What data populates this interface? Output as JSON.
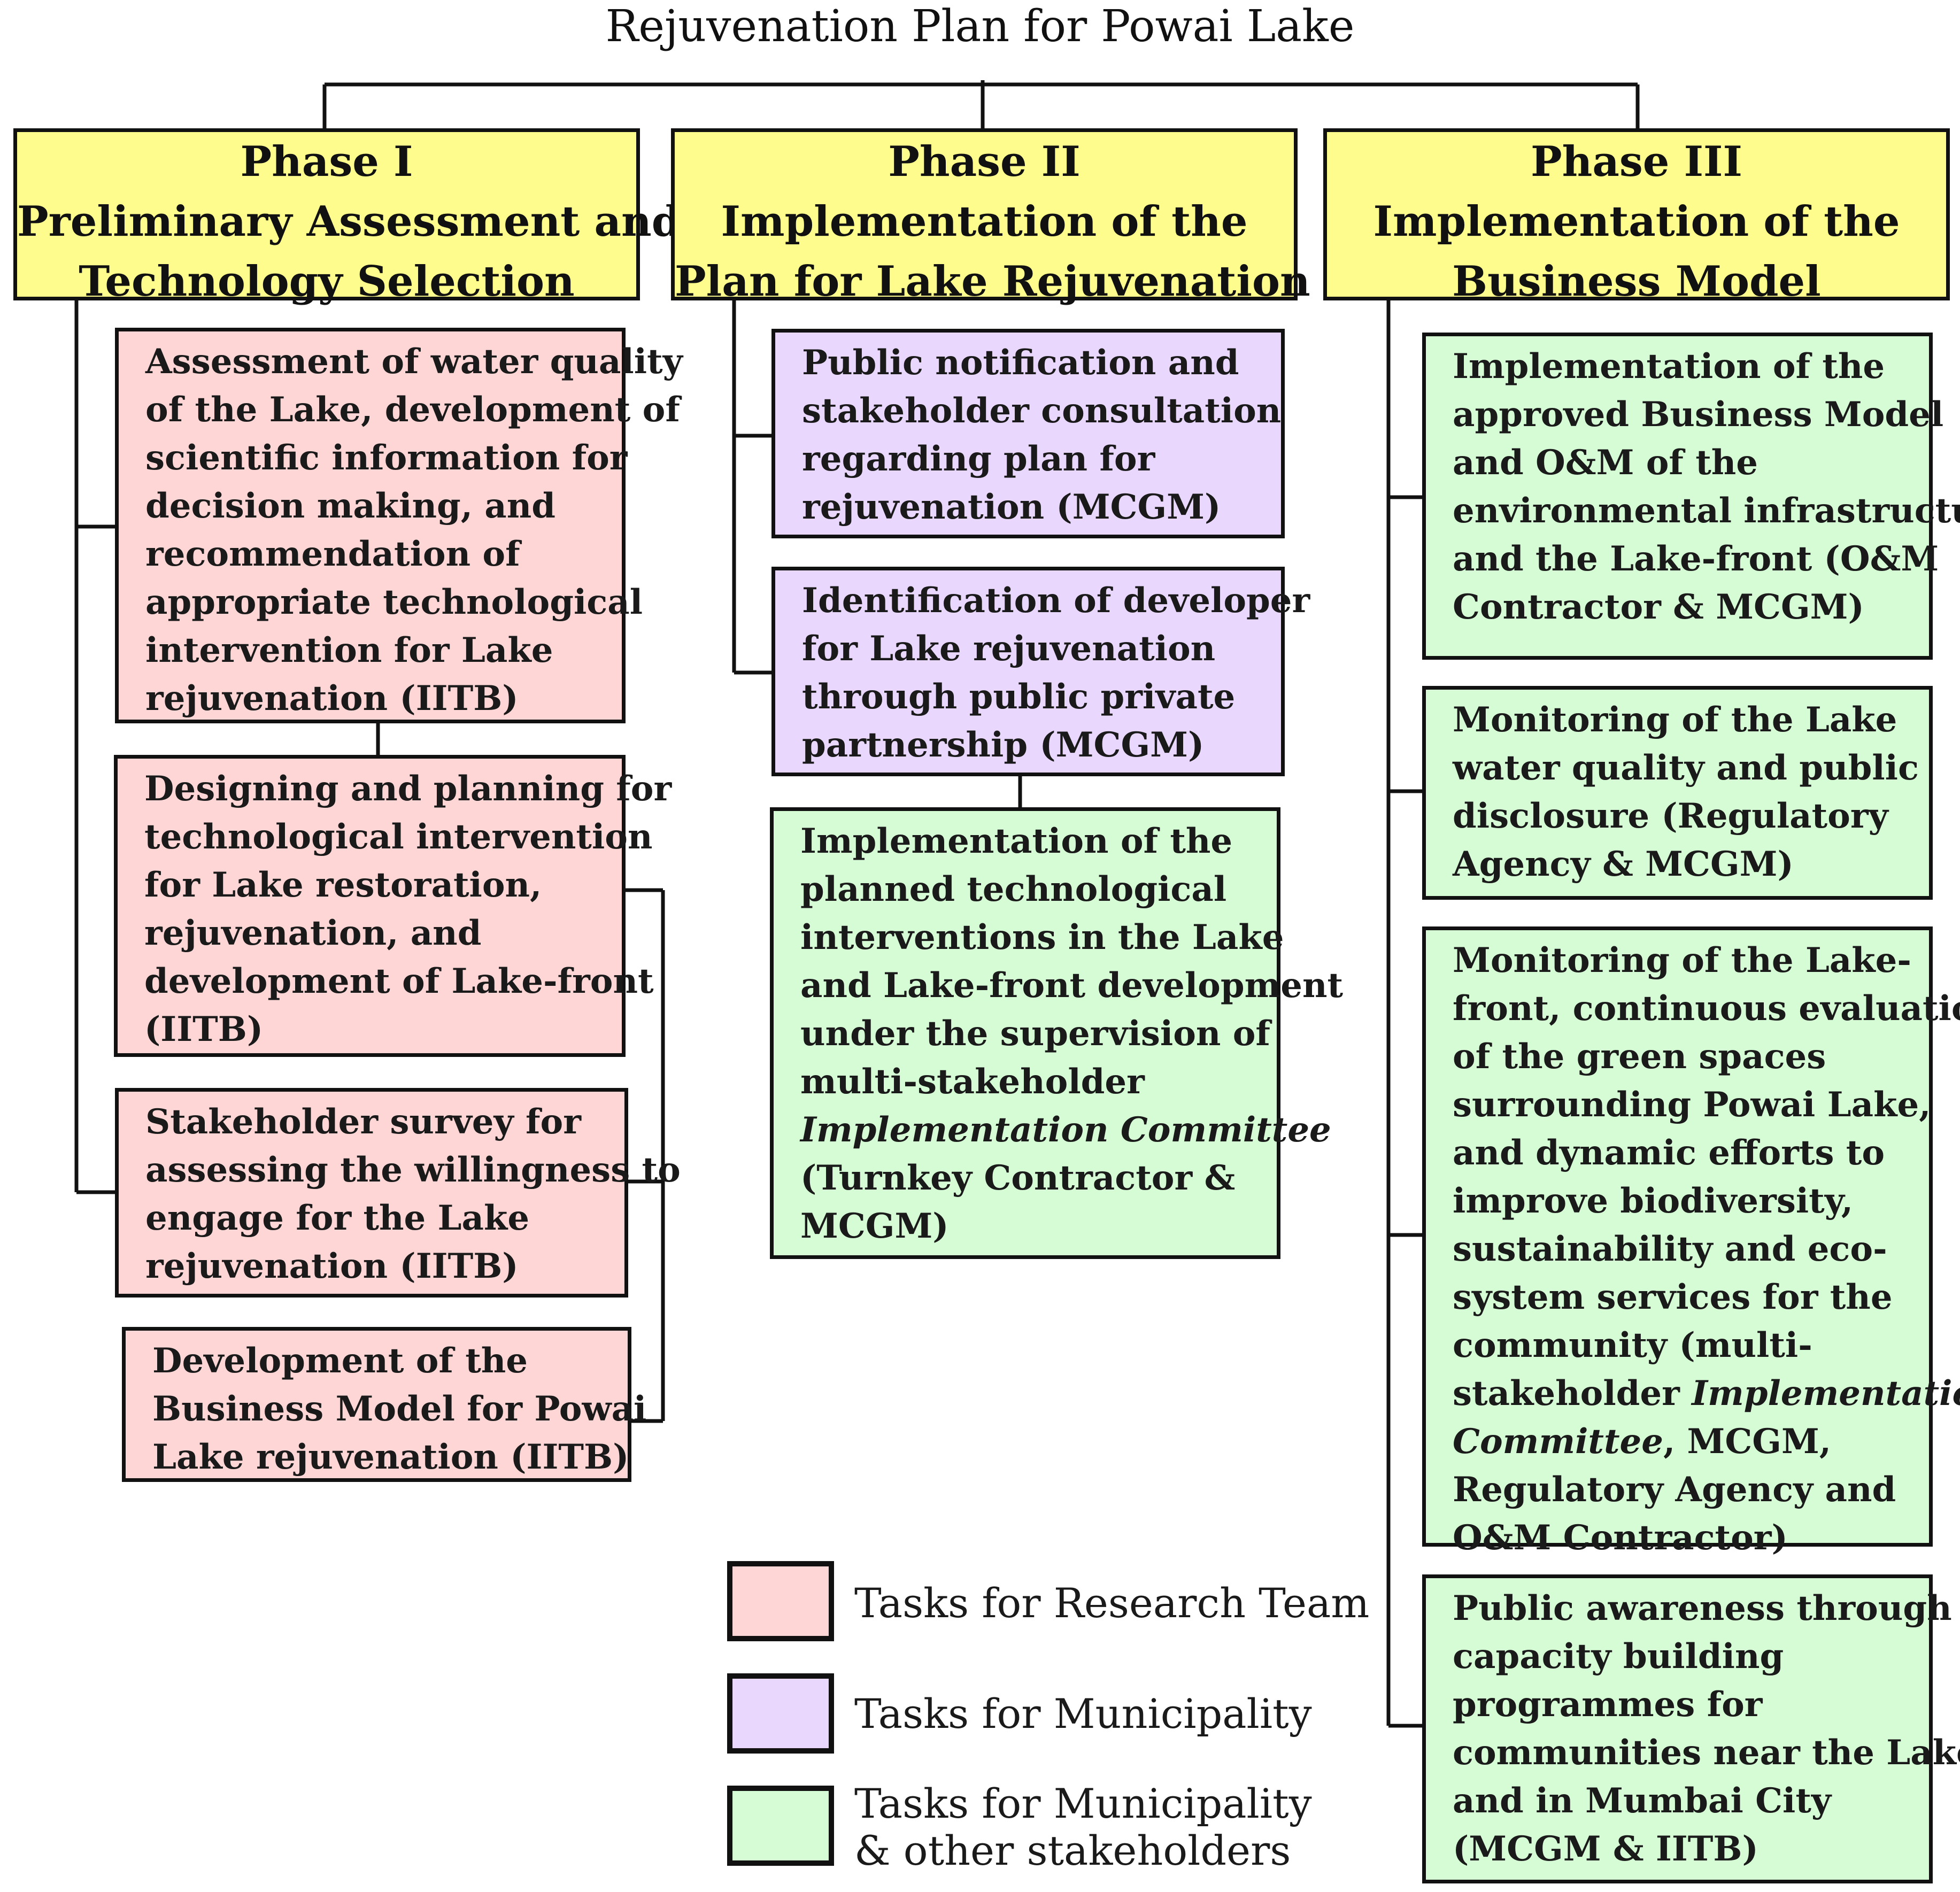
{
  "title": "Rejuvenation Plan for Powai Lake",
  "colors": {
    "phase": "#fdfc8c",
    "research_team": "#ffd6d6",
    "municipality": "#e9d7fd",
    "municipality_and_others": "#d6fcd6",
    "border": "#111111"
  },
  "phases": [
    {
      "heading": "Phase I",
      "subtitle": [
        "Preliminary Assessment and",
        "Technology Selection"
      ],
      "tasks": [
        {
          "lines": [
            "Assessment of water quality",
            "of the Lake, development  of",
            "scientific information for",
            "decision making, and",
            "recommendation of",
            "appropriate technological",
            "intervention for Lake",
            "rejuvenation (IITB)"
          ]
        },
        {
          "lines": [
            "Designing and planning for",
            "technological intervention",
            "for Lake restoration,",
            "rejuvenation, and",
            "development  of Lake-front",
            "(IITB)"
          ]
        },
        {
          "lines": [
            "Stakeholder survey for",
            "assessing the willingness  to",
            "engage for the Lake",
            "rejuvenation (IITB)"
          ]
        },
        {
          "lines": [
            "Development  of the",
            "Business Model for Powai",
            "Lake rejuvenation (IITB)"
          ]
        }
      ]
    },
    {
      "heading": "Phase II",
      "subtitle": [
        "Implementation of the",
        "Plan for Lake Rejuvenation"
      ],
      "tasks": [
        {
          "lines": [
            "Public notification and",
            "stakeholder consultation",
            "regarding plan for",
            "rejuvenation (MCGM)"
          ]
        },
        {
          "lines": [
            "Identification of developer",
            "for Lake rejuvenation",
            "through public private",
            "partnership (MCGM)"
          ]
        },
        {
          "lines": [
            "Implementation of the",
            "planned technological",
            "interventions in the Lake",
            "and Lake-front development",
            "under the supervision of",
            "multi-stakeholder"
          ],
          "italic": "Implementation Committee",
          "lines_after": [
            "(Turnkey Contractor &",
            "MCGM)"
          ]
        }
      ]
    },
    {
      "heading": "Phase III",
      "subtitle": [
        "Implementation of the",
        "Business Model"
      ],
      "tasks": [
        {
          "lines": [
            "Implementation of the",
            "approved Business Model",
            "and O&M of the",
            "environmental infrastructure",
            "and the Lake-front  (O&M",
            "Contractor & MCGM)"
          ]
        },
        {
          "lines": [
            "Monitoring of the Lake",
            "water quality and public",
            "disclosure (Regulatory",
            "Agency & MCGM)"
          ]
        },
        {
          "lines": [
            "Monitoring of the Lake-",
            "front, continuous evaluation",
            "of the green spaces",
            "surrounding Powai Lake,",
            "and dynamic efforts to",
            "improve biodiversity,",
            "sustainability and eco-",
            "system services for the",
            "community (multi-"
          ],
          "line_stakeholder_prefix": "stakeholder ",
          "italic_a": "Implementation",
          "italic_b": "Committee",
          "line_after_italic_b": ", MCGM,",
          "lines_after": [
            "Regulatory Agency and",
            "O&M Contractor)"
          ]
        },
        {
          "lines": [
            "Public awareness through",
            "capacity building",
            "programmes for",
            "communities near the Lake",
            "and in Mumbai City",
            "(MCGM & IITB)"
          ]
        }
      ]
    }
  ],
  "legend": [
    {
      "lines": [
        "Tasks for Research Team"
      ]
    },
    {
      "lines": [
        "Tasks for Municipality"
      ]
    },
    {
      "lines": [
        "Tasks for Municipality",
        "& other stakeholders"
      ]
    }
  ]
}
